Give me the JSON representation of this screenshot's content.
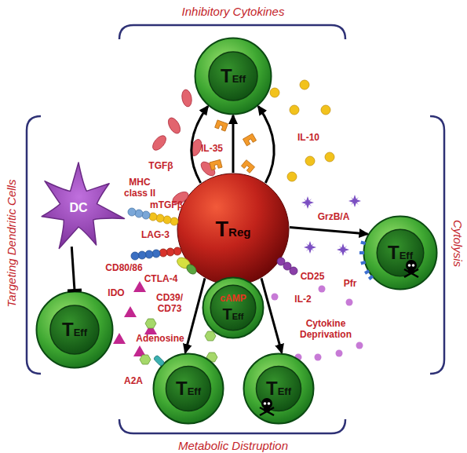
{
  "diagram": {
    "nodes": [
      {
        "text": [
          "TEff"
        ]
      },
      {
        "text": [
          "DC"
        ]
      },
      {
        "text": [
          "TReg"
        ]
      },
      {
        "text": [
          "TEff"
        ]
      },
      {
        "text": [
          "TEff"
        ]
      },
      {
        "text": [
          "cAMP",
          "TEff"
        ]
      },
      {
        "text": [
          "TEff"
        ]
      },
      {
        "text": [
          "TEff"
        ]
      }
    ],
    "edges": [
      {
        "from": 2,
        "to": 0,
        "arrow": "to",
        "label": "TGFβ"
      },
      {
        "from": 2,
        "to": 0,
        "arrow": "to",
        "label": "IL-35"
      },
      {
        "from": 2,
        "to": 0,
        "arrow": "to",
        "label": "IL-10"
      },
      {
        "from": 1,
        "to": 3,
        "arrow": "to"
      },
      {
        "from": 2,
        "to": 4,
        "arrow": "to",
        "label": "GrzB/A"
      },
      {
        "from": 2,
        "to": 6,
        "arrow": "to",
        "label": "Adenosine"
      },
      {
        "from": 2,
        "to": 7,
        "arrow": "to",
        "label": "Cytokine Deprivation"
      }
    ],
    "labels": [
      "Inhibitory Cytokines",
      "Targeting Dendritic Cells",
      "Cytolysis",
      "Metabolic Distruption",
      "mTGFβ",
      "MHC class II",
      "LAG-3",
      "CD80/86",
      "CTLA-4",
      "IDO",
      "CD39/ CD73",
      "A2A",
      "CD25",
      "IL-2",
      "Pfr"
    ]
  }
}
